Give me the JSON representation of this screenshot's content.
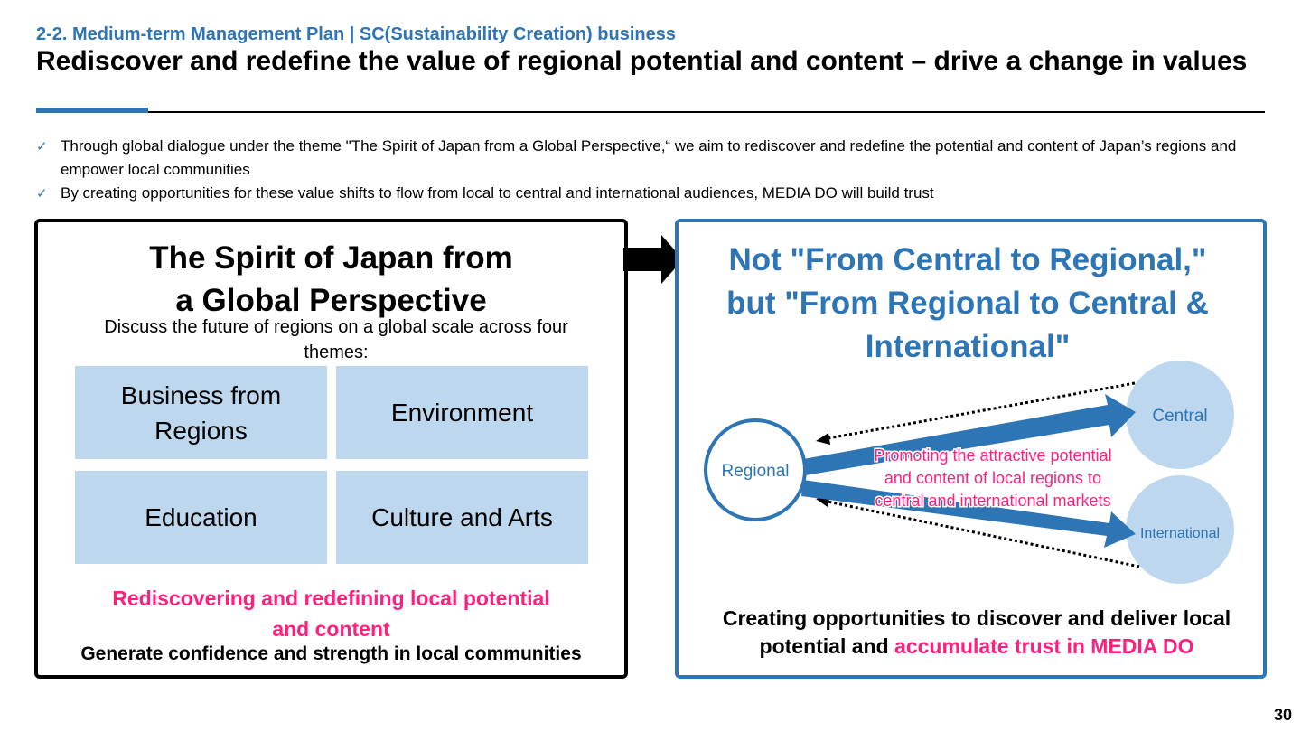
{
  "header": {
    "subtitle": "2-2. Medium-term Management Plan | SC(Sustainability Creation) business",
    "title": "Rediscover and redefine the value of regional potential and content – drive a change in values"
  },
  "bullets": [
    "Through global dialogue under the theme \"The Spirit of Japan from a Global Perspective,“ we aim to rediscover and redefine the potential and content of Japan’s regions and empower local communities",
    "By creating opportunities for these value shifts to flow from local to central and international audiences, MEDIA DO will build trust"
  ],
  "left_panel": {
    "title_line1": "The Spirit of Japan from",
    "title_line2": "a Global Perspective",
    "description": "Discuss the future of regions on a global scale across four themes:",
    "themes": [
      "Business from Regions",
      "Environment",
      "Education",
      "Culture and Arts"
    ],
    "highlight": "Rediscovering and redefining local potential and content",
    "footer": "Generate confidence and strength in local communities"
  },
  "right_panel": {
    "title_line1": "Not \"From Central to Regional,\"",
    "title_line2": "but \"From Regional to Central &",
    "title_line3": "International\"",
    "diagram": {
      "regional_label": "Regional",
      "central_label": "Central",
      "international_label": "International",
      "arrow_caption_line1": "Promoting the attractive potential",
      "arrow_caption_line2": "and content of local regions to",
      "arrow_caption_line3": "central and international markets"
    },
    "footer_line1": "Creating opportunities to discover and deliver local",
    "footer_line2_prefix": "potential and ",
    "footer_line2_highlight": "accumulate trust in MEDIA DO"
  },
  "colors": {
    "brand_blue": "#2e75b6",
    "highlight_pink": "#ff1f7f",
    "theme_tile": "#bdd7ee",
    "circle_fill": "#bdd7ee"
  },
  "page_number": "30"
}
